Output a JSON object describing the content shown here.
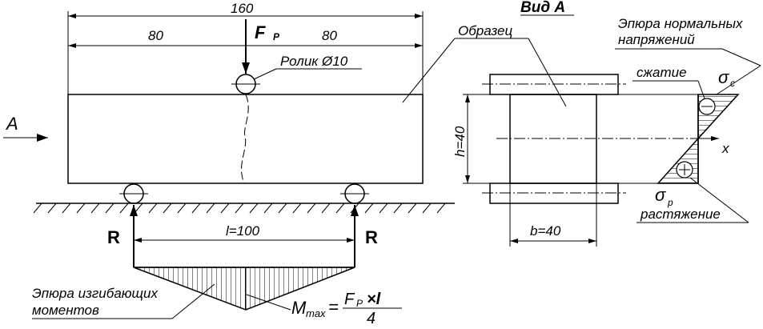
{
  "labels": {
    "dim_total": "160",
    "dim_left": "80",
    "dim_right": "80",
    "force_F": "F",
    "force_sub": "P",
    "roller": "Ролик Ø10",
    "view_arrow": "A",
    "reaction_left": "R",
    "reaction_right": "R",
    "span": "l=100",
    "moment_diagram_title_line1": "Эпюра изгибающих",
    "moment_diagram_title_line2": "моментов",
    "mmax_main": "M",
    "mmax_sub": "max",
    "mmax_eq": "=",
    "mmax_num_F": "F",
    "mmax_num_sub": "P",
    "mmax_num_rest": "×l",
    "mmax_den": "4",
    "view_title": "Вид А",
    "specimen": "Образец",
    "stress_title_line1": "Эпюра нормальных",
    "stress_title_line2": "напряжений",
    "compression": "сжатие",
    "sigma_c": "σ",
    "sigma_c_sub": "c",
    "tension": "растяжение",
    "sigma_p": "σ",
    "sigma_p_sub": "p",
    "height": "h=40",
    "width": "b=40",
    "axis_x": "x"
  },
  "colors": {
    "ink": "#000000",
    "background": "#ffffff"
  }
}
